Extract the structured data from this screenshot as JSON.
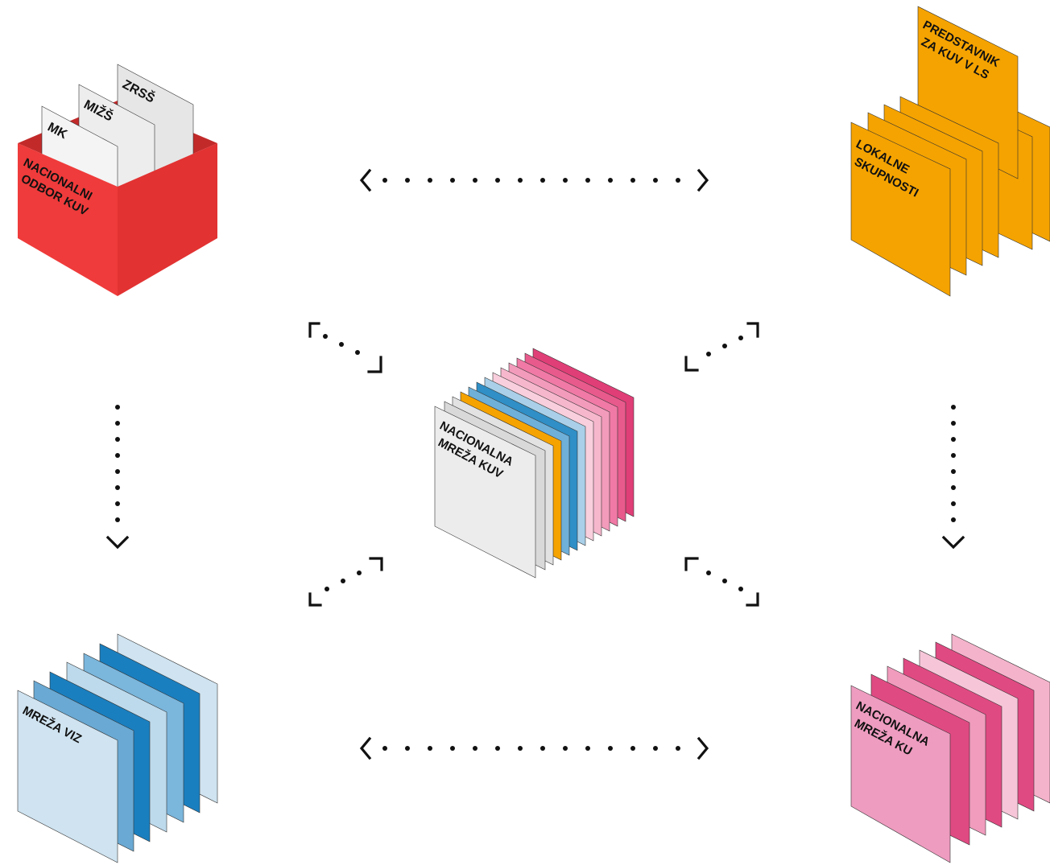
{
  "nodes": {
    "national_board": {
      "title_lines": [
        "NACIONALNI",
        "ODBOR KUV"
      ],
      "cards": [
        "MK",
        "MIŽŠ",
        "ZRSŠ"
      ],
      "color": "#ef3b3b"
    },
    "local_communities": {
      "title_lines": [
        "LOKALNE",
        "SKUPNOSTI"
      ],
      "top_card_lines": [
        "PREDSTAVNIK",
        "ZA KUV V LS"
      ],
      "color": "#f5a300"
    },
    "national_network_kuv": {
      "title_lines": [
        "NACIONALNA",
        "MREŽA KUV"
      ],
      "colors": [
        "#ececec",
        "#f5a300",
        "#2f8fc6",
        "#e03e77"
      ]
    },
    "viz_network": {
      "title_lines": [
        "MREŽA VIZ"
      ],
      "colors": [
        "#cfe3f0",
        "#1a7fbf",
        "#7bb6dc"
      ]
    },
    "national_network_ku": {
      "title_lines": [
        "NACIONALNA",
        "MREŽA KU"
      ],
      "colors": [
        "#ee9cc0",
        "#e04a82",
        "#f6c6d8"
      ]
    }
  },
  "connections": [
    {
      "from": "national_board",
      "to": "local_communities",
      "style": "dotted",
      "direction": "both"
    },
    {
      "from": "viz_network",
      "to": "national_network_ku",
      "style": "dotted",
      "direction": "both"
    },
    {
      "from": "national_board",
      "to": "viz_network",
      "style": "dotted",
      "direction": "to"
    },
    {
      "from": "local_communities",
      "to": "national_network_ku",
      "style": "dotted",
      "direction": "to"
    },
    {
      "from": "national_board",
      "to": "national_network_kuv",
      "style": "dotted",
      "direction": "both"
    },
    {
      "from": "local_communities",
      "to": "national_network_kuv",
      "style": "dotted",
      "direction": "both"
    },
    {
      "from": "viz_network",
      "to": "national_network_kuv",
      "style": "dotted",
      "direction": "both"
    },
    {
      "from": "national_network_ku",
      "to": "national_network_kuv",
      "style": "dotted",
      "direction": "both"
    }
  ]
}
